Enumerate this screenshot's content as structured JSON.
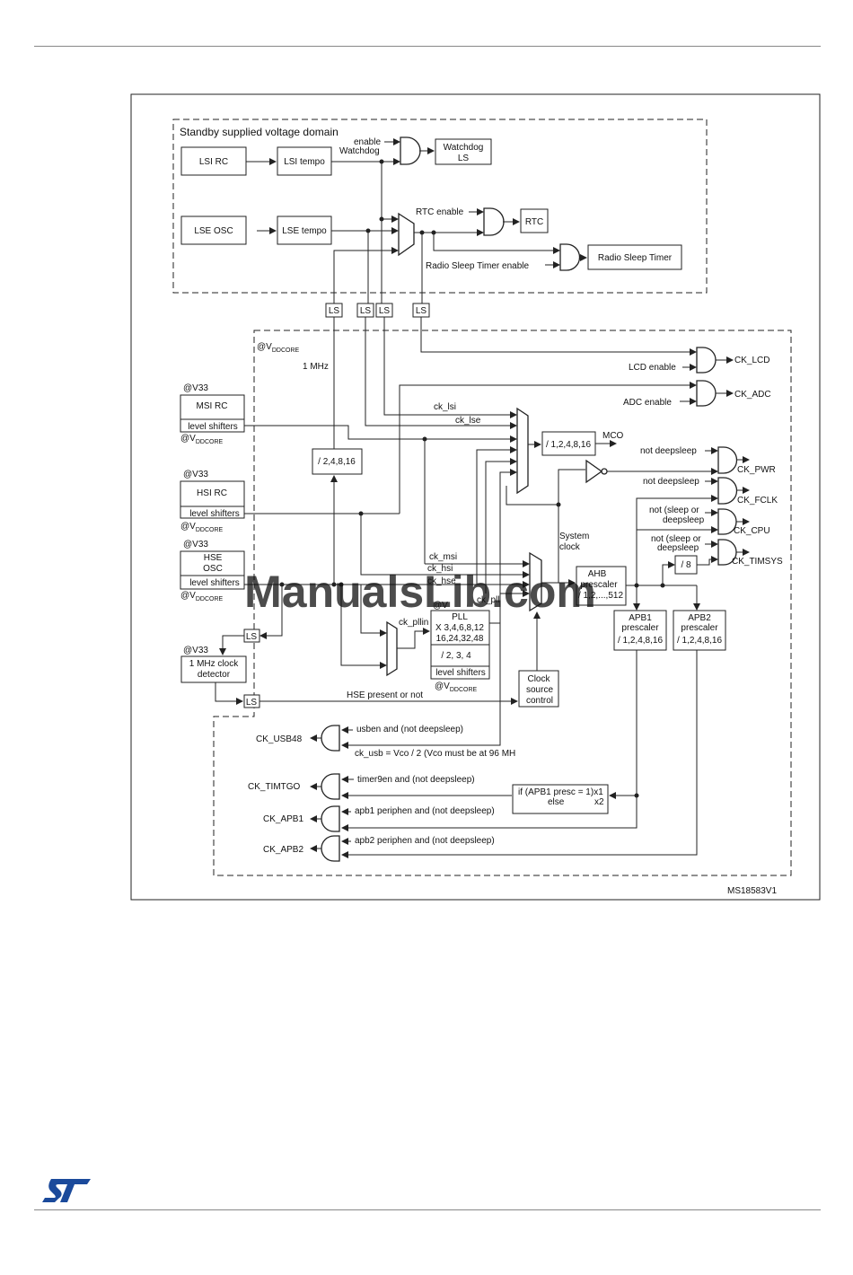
{
  "diagram": {
    "standby_domain_title": "Standby supplied voltage domain",
    "lsi_rc": "LSI RC",
    "lsi_tempo": "LSI tempo",
    "lse_osc": "LSE OSC",
    "lse_tempo": "LSE tempo",
    "enable": "enable",
    "watchdog": "Watchdog",
    "watchdog_ls_line1": "Watchdog",
    "watchdog_ls_line2": "LS",
    "rtc_enable": "RTC enable",
    "rtc": "RTC",
    "radio_sleep_timer_enable": "Radio Sleep Timer enable",
    "radio_sleep_timer": "Radio Sleep Timer",
    "ls": "LS",
    "vddcore_at": "@V",
    "vddcore_sub": "DDCORE",
    "v33": "@V33",
    "one_mhz": "1 MHz",
    "msi_rc": "MSI RC",
    "hsi_rc": "HSI RC",
    "hse_osc_line1": "HSE",
    "hse_osc_line2": "OSC",
    "level_shifters": "level shifters",
    "div_2_4_8_16": "/ 2,4,8,16",
    "ck_lsi": "ck_lsi",
    "ck_lse": "ck_lse",
    "mco_div": "/ 1,2,4,8,16",
    "mco": "MCO",
    "ck_lcd": "CK_LCD",
    "lcd_enable": "LCD enable",
    "ck_adc": "CK_ADC",
    "adc_enable": "ADC enable",
    "not_deepsleep": "not deepsleep",
    "ck_pwr": "CK_PWR",
    "ck_fclk": "CK_FCLK",
    "not_sleep_or_deepsleep_line1": "not (sleep or",
    "not_sleep_or_deepsleep_line2": "deepsleep",
    "ck_cpu": "CK_CPU",
    "ck_timsys": "CK_TIMSYS",
    "div_8": "/ 8",
    "system_clock_line1": "System",
    "system_clock_line2": "clock",
    "ck_msi": "ck_msi",
    "ck_hsi": "ck_hsi",
    "ck_hse": "ck_hse",
    "ck_pll": "ck_pll",
    "ahb": "AHB",
    "ahb_prescaler": "prescaler",
    "ahb_div": "/ 1,2,...,512",
    "apb1_line1": "APB1",
    "apb_prescaler": "prescaler",
    "apb_div": "/ 1,2,4,8,16",
    "apb2_line1": "APB2",
    "ck_pllin": "ck_pllin",
    "pll": "PLL",
    "pll_mul_line1": "X 3,4,6,8,12",
    "pll_mul_line2": "16,24,32,48",
    "pll_div": "/ 2, 3, 4",
    "one_mhz_detector_line1": "1 MHz clock",
    "one_mhz_detector_line2": "detector",
    "clock_source_control_line1": "Clock",
    "clock_source_control_line2": "source",
    "clock_source_control_line3": "control",
    "hse_present": "HSE present or not",
    "usben": "usben and (not deepsleep)",
    "ck_usb48": "CK_USB48",
    "ck_usb_note": "ck_usb = Vco / 2 (Vco must be at 96 MH",
    "timer9en": "timer9en and (not deepsleep)",
    "ck_timtgo": "CK_TIMTGO",
    "apb1_presc_line1": "if (APB1 presc = 1)x1",
    "apb1_presc_line2": "else",
    "apb1_presc_line3": "x2",
    "ck_apb1": "CK_APB1",
    "apb1_periphen": "apb1 periphen and (not deepsleep)",
    "ck_apb2": "CK_APB2",
    "apb2_periphen": "apb2 periphen and (not deepsleep)",
    "figure_id": "MS18583V1",
    "watermark": "ManualsLib.com"
  },
  "colors": {
    "line": "#222222",
    "watermark": "#a8c4ea",
    "st_logo": "#1b4a9b",
    "rule": "#888888"
  },
  "logo": {
    "name": "ST",
    "icon": "st-logo-icon"
  }
}
